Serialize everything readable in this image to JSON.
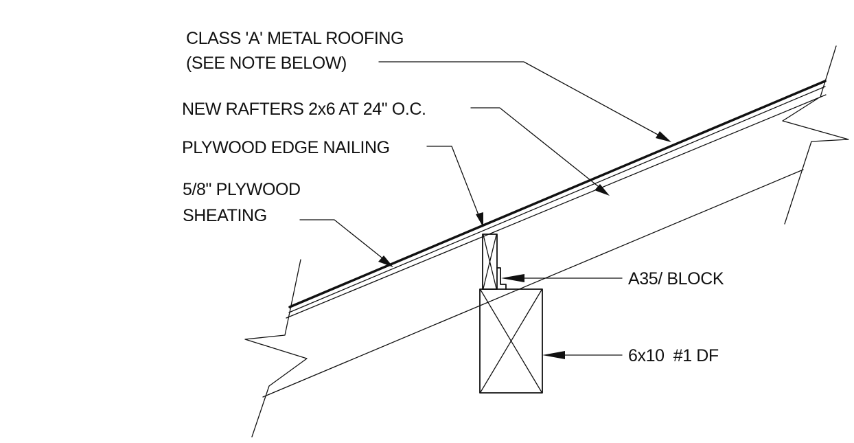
{
  "labels": {
    "roofing_line1": "CLASS 'A' METAL ROOFING",
    "roofing_line2": "(SEE NOTE BELOW)",
    "rafters": "NEW RAFTERS 2x6 AT 24\" O.C.",
    "edge_nailing": "PLYWOOD EDGE NAILING",
    "sheathing_line1": "5/8\" PLYWOOD",
    "sheathing_line2": "SHEATING",
    "block": "A35/ BLOCK",
    "beam": "6x10  #1 DF"
  },
  "colors": {
    "ink": "#111111",
    "paper": "#ffffff"
  }
}
